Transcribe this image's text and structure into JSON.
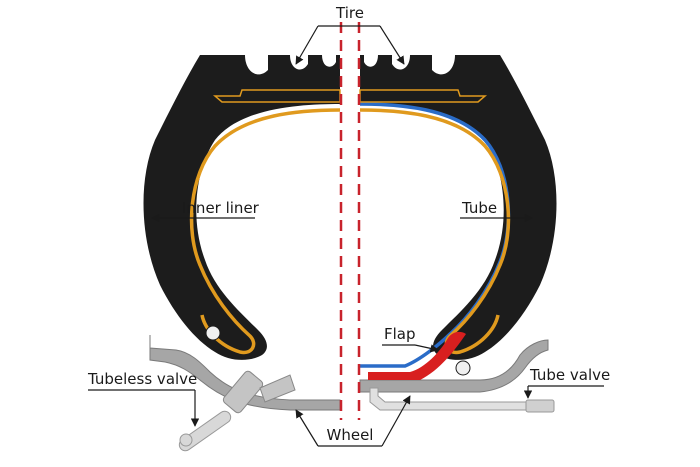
{
  "labels": {
    "tire": "Tire",
    "inner_liner": "Inner liner",
    "tube": "Tube",
    "flap": "Flap",
    "tubeless_valve": "Tubeless valve",
    "tube_valve": "Tube valve",
    "wheel": "Wheel"
  },
  "colors": {
    "tire_rubber": "#1c1c1c",
    "carcass_ply": "#e09a1e",
    "tube": "#2a6cc8",
    "flap": "#d81f1f",
    "rim": "#a6a6a6",
    "centerline": "#c8232c",
    "bead_core": "#f0f0f0"
  }
}
